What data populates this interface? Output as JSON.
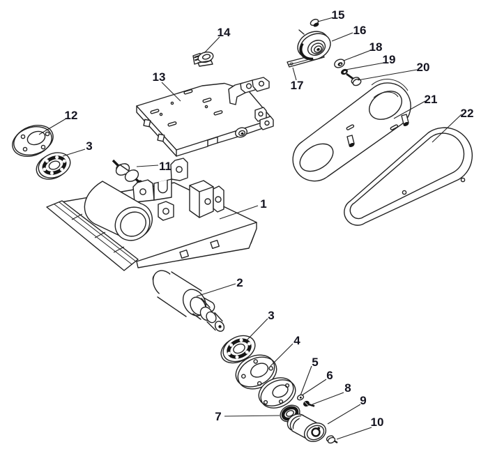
{
  "colors": {
    "line": "#222222",
    "label": "#13131f",
    "background": "#ffffff"
  },
  "callouts": [
    {
      "label": "1"
    },
    {
      "label": "2"
    },
    {
      "label": "3"
    },
    {
      "label": "3"
    },
    {
      "label": "4"
    },
    {
      "label": "5"
    },
    {
      "label": "6"
    },
    {
      "label": "7"
    },
    {
      "label": "8"
    },
    {
      "label": "9"
    },
    {
      "label": "10"
    },
    {
      "label": "11"
    },
    {
      "label": "12"
    },
    {
      "label": "13"
    },
    {
      "label": "14"
    },
    {
      "label": "15"
    },
    {
      "label": "16"
    },
    {
      "label": "17"
    },
    {
      "label": "18"
    },
    {
      "label": "19"
    },
    {
      "label": "20"
    },
    {
      "label": "21"
    },
    {
      "label": "22"
    }
  ]
}
